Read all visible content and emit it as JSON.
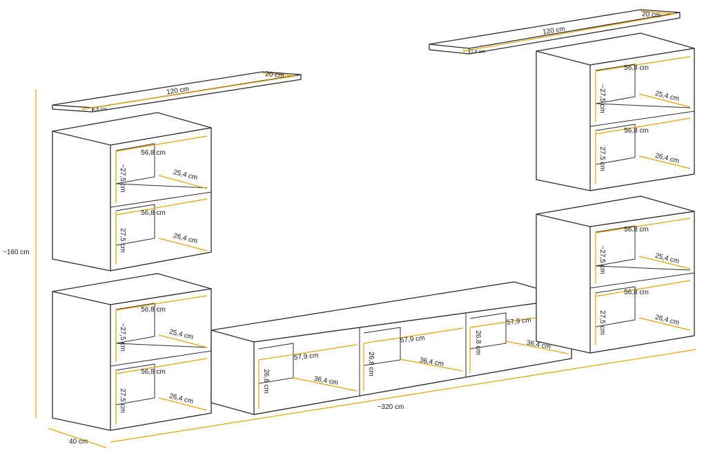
{
  "colors": {
    "dimension": "#e5a200",
    "outline": "#2b2b2b",
    "background": "#ffffff"
  },
  "shelf_left": {
    "length": "120 cm",
    "depth": "20 cm",
    "thickness": "1,6 cm"
  },
  "shelf_right": {
    "length": "120 cm",
    "depth": "20 cm",
    "thickness": "1,6 cm"
  },
  "cabinet_labels": {
    "width": "56,8 cm",
    "height_top": "~27,5 cm",
    "height_bottom": "27,5 cm",
    "depth_top": "25,4 cm",
    "depth_bottom": "26,4 cm"
  },
  "tv_stand_labels": {
    "width": "57,9 cm",
    "height": "26,8 cm",
    "depth": "36,4 cm"
  },
  "overall": {
    "height": "~160 cm",
    "width": "~320 cm",
    "depth": "40 cm"
  }
}
